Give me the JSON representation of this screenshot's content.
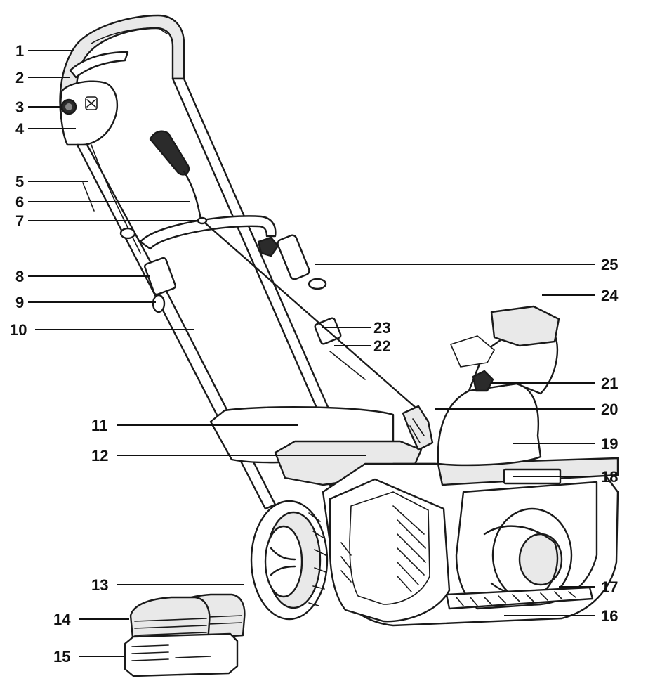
{
  "diagram": {
    "callouts": [
      {
        "id": 1,
        "text": "1"
      },
      {
        "id": 2,
        "text": "2"
      },
      {
        "id": 3,
        "text": "3"
      },
      {
        "id": 4,
        "text": "4"
      },
      {
        "id": 5,
        "text": "5"
      },
      {
        "id": 6,
        "text": "6"
      },
      {
        "id": 7,
        "text": "7"
      },
      {
        "id": 8,
        "text": "8"
      },
      {
        "id": 9,
        "text": "9"
      },
      {
        "id": 10,
        "text": "10"
      },
      {
        "id": 11,
        "text": "11"
      },
      {
        "id": 12,
        "text": "12"
      },
      {
        "id": 13,
        "text": "13"
      },
      {
        "id": 14,
        "text": "14"
      },
      {
        "id": 15,
        "text": "15"
      },
      {
        "id": 16,
        "text": "16"
      },
      {
        "id": 17,
        "text": "17"
      },
      {
        "id": 18,
        "text": "18"
      },
      {
        "id": 19,
        "text": "19"
      },
      {
        "id": 20,
        "text": "20"
      },
      {
        "id": 21,
        "text": "21"
      },
      {
        "id": 22,
        "text": "22"
      },
      {
        "id": 23,
        "text": "23"
      },
      {
        "id": 24,
        "text": "24"
      },
      {
        "id": 25,
        "text": "25"
      }
    ],
    "colors": {
      "ink": "#1a1a1a",
      "background": "#ffffff",
      "shade": "#e9e9e9"
    }
  }
}
